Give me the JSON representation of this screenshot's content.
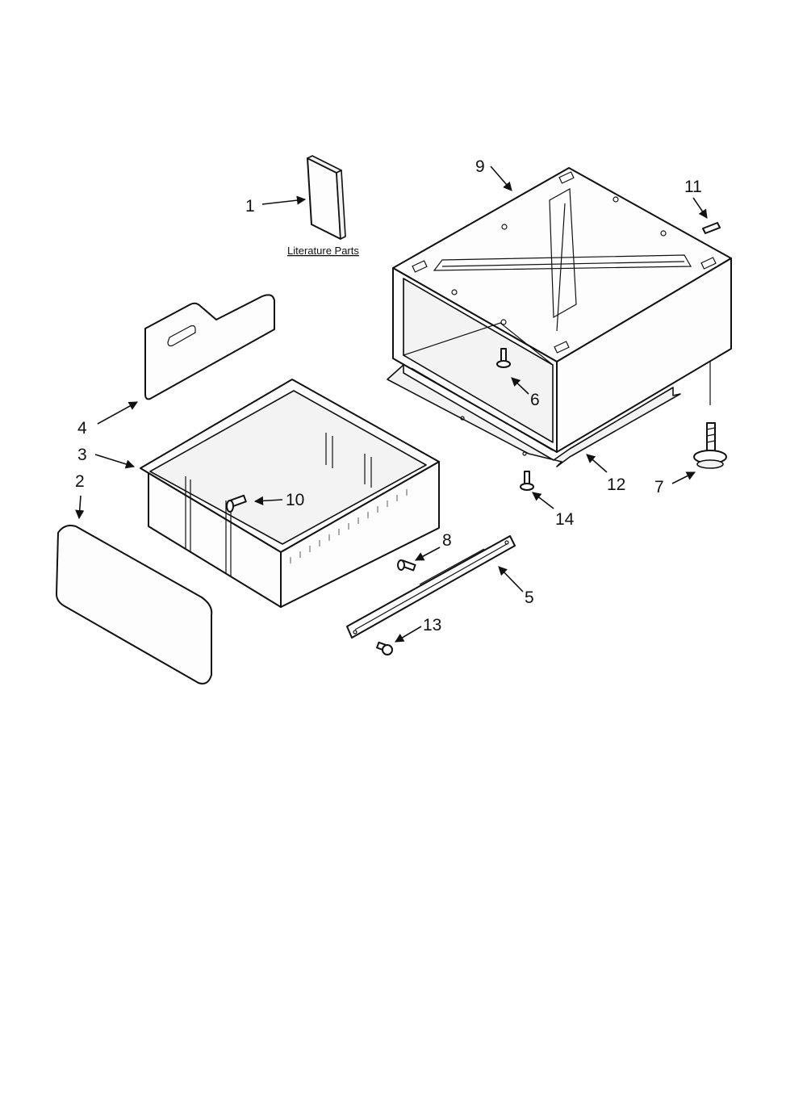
{
  "diagram": {
    "literature_caption": "Literature Parts",
    "callouts": {
      "p1": "1",
      "p2": "2",
      "p3": "3",
      "p4": "4",
      "p5": "5",
      "p6": "6",
      "p7": "7",
      "p8": "8",
      "p9": "9",
      "p10": "10",
      "p11": "11",
      "p12": "12",
      "p13": "13",
      "p14": "14"
    }
  }
}
